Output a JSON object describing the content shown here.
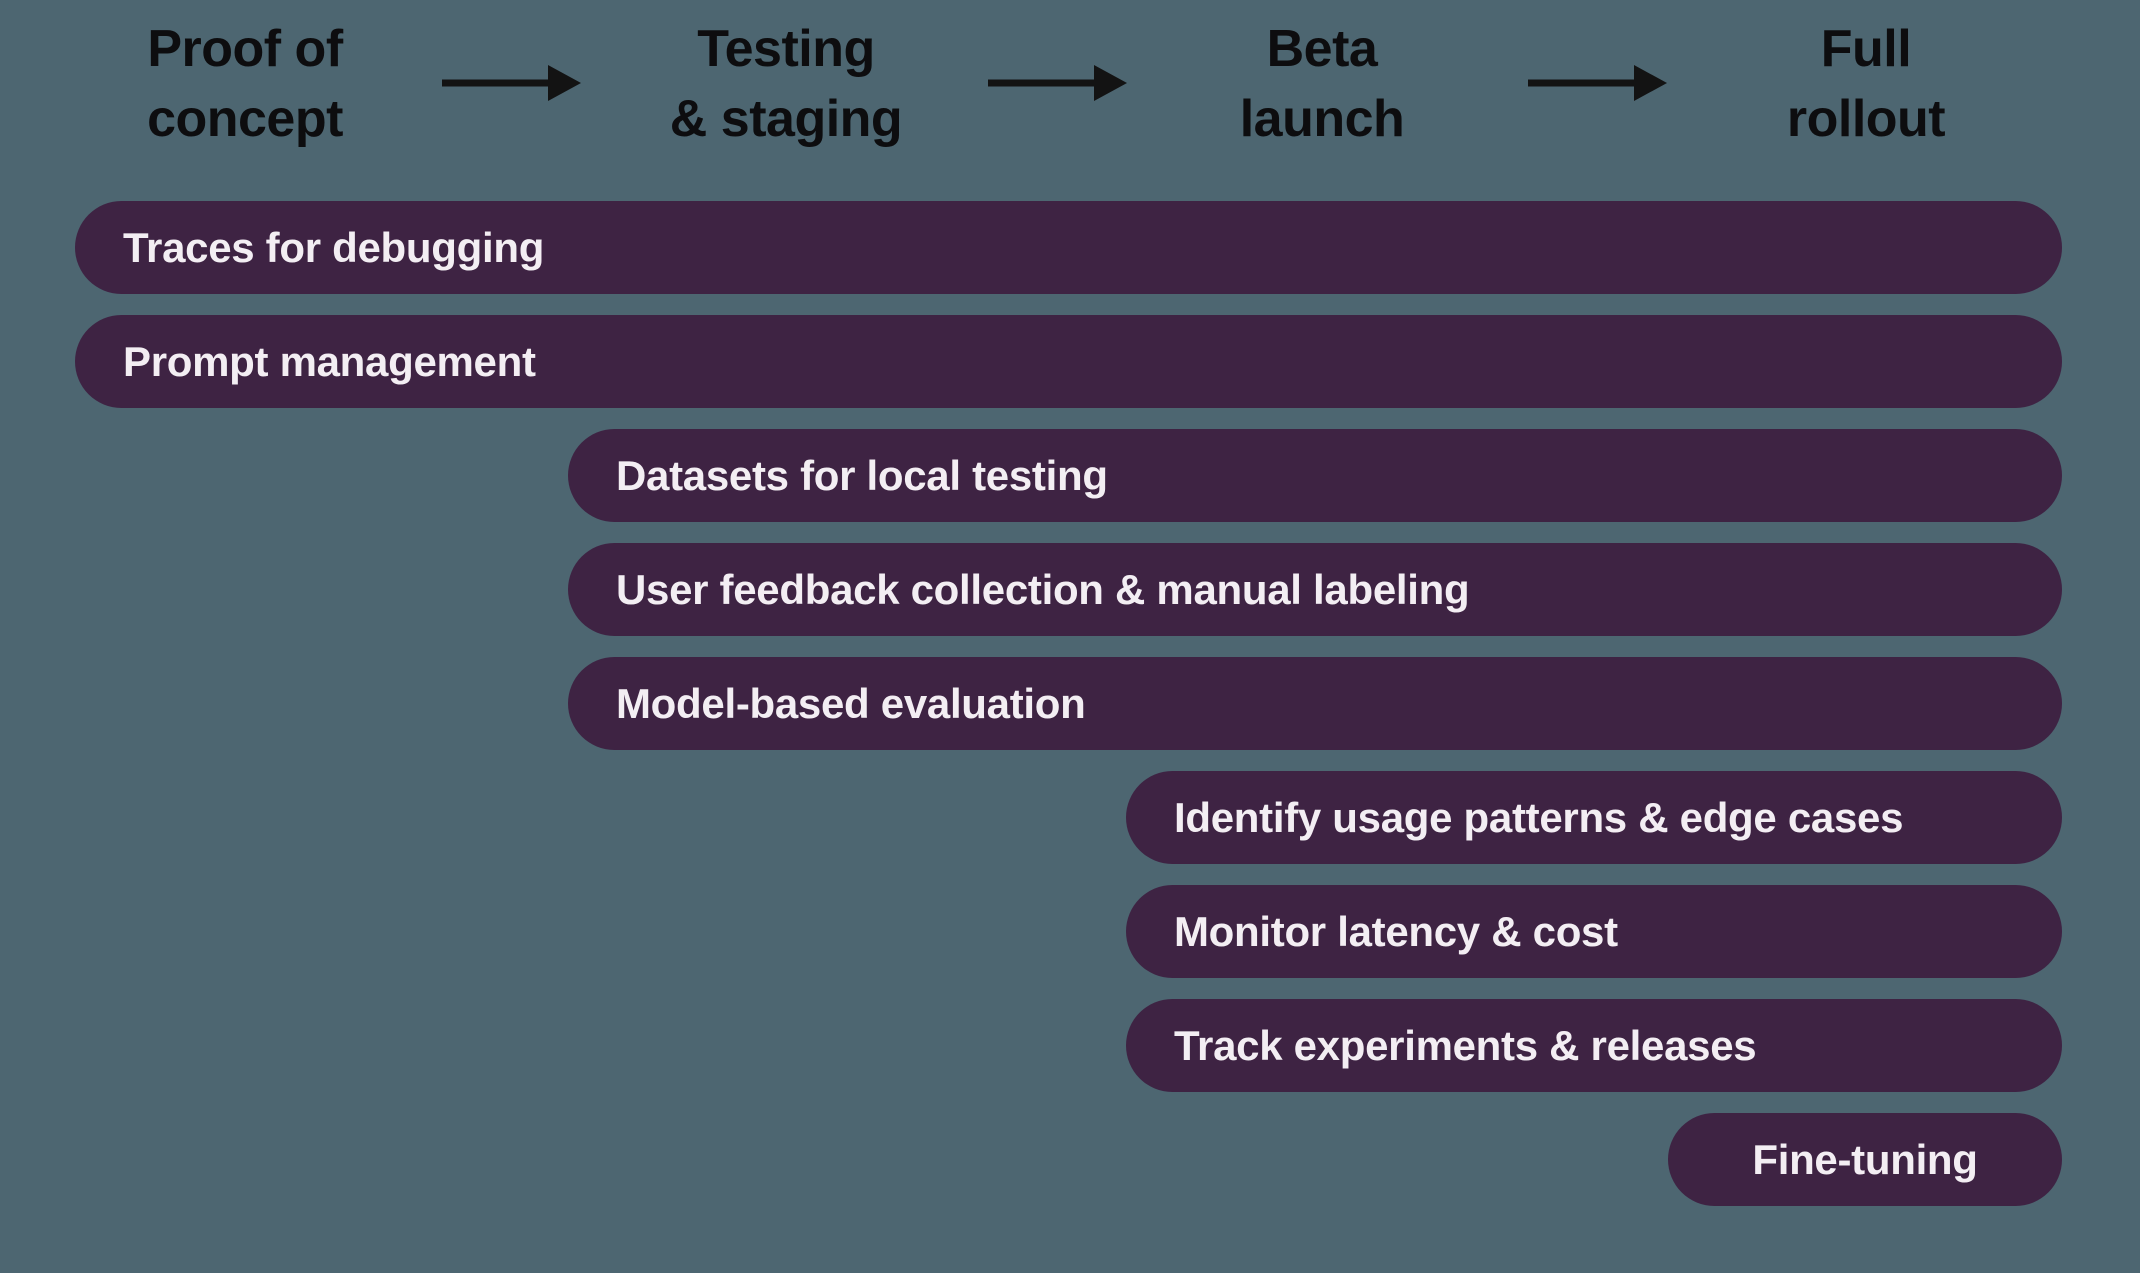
{
  "colors": {
    "background": "#4d6671",
    "bar_fill": "#3e2343",
    "bar_text": "#f3eef3",
    "header_text": "#0d0d0f",
    "arrow": "#131313"
  },
  "icons": {
    "arrow_right": "→"
  },
  "phases": [
    {
      "line1": "Proof of",
      "line2": "concept"
    },
    {
      "line1": "Testing",
      "line2": "& staging"
    },
    {
      "line1": "Beta",
      "line2": "launch"
    },
    {
      "line1": "Full",
      "line2": "rollout"
    }
  ],
  "bars": [
    {
      "label": "Traces for debugging",
      "start_phase": "Proof of concept"
    },
    {
      "label": "Prompt management",
      "start_phase": "Proof of concept"
    },
    {
      "label": "Datasets for local testing",
      "start_phase": "Testing & staging"
    },
    {
      "label": "User feedback collection & manual labeling",
      "start_phase": "Testing & staging"
    },
    {
      "label": "Model-based evaluation",
      "start_phase": "Testing & staging"
    },
    {
      "label": "Identify usage patterns & edge cases",
      "start_phase": "Beta launch"
    },
    {
      "label": "Monitor latency & cost",
      "start_phase": "Beta launch"
    },
    {
      "label": "Track experiments & releases",
      "start_phase": "Beta launch"
    },
    {
      "label": "Fine-tuning",
      "start_phase": "Full rollout"
    }
  ]
}
